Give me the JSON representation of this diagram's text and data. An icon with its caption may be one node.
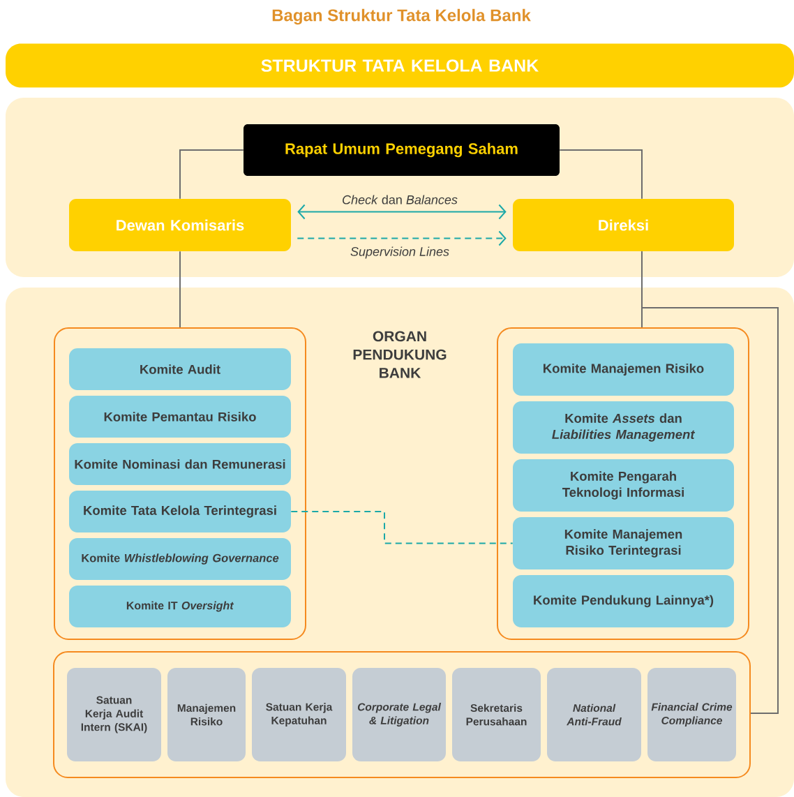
{
  "diagram": {
    "title": "Bagan Struktur Tata Kelola Bank",
    "nodes": [
      {
        "text": [
          "STRUKTUR TATA KELOLA BANK"
        ]
      },
      {
        "text": [
          "Rapat Umum Pemegang Saham"
        ]
      },
      {
        "text": [
          "Dewan Komisaris"
        ]
      },
      {
        "text": [
          "Direksi"
        ]
      },
      {
        "text": [],
        "shape": "box"
      },
      {
        "text": [
          "Komite Audit"
        ],
        "in": 4
      },
      {
        "text": [
          "Komite Pemantau Risiko"
        ],
        "in": 4
      },
      {
        "text": [
          "Komite Nominasi dan Remunerasi"
        ],
        "in": 4
      },
      {
        "text": [
          "Komite Tata Kelola Terintegrasi"
        ],
        "in": 4
      },
      {
        "text": [
          "Komite *Whistleblowing Governance*"
        ],
        "in": 4
      },
      {
        "text": [
          "Komite IT *Oversight*"
        ],
        "in": 4
      },
      {
        "text": [],
        "shape": "box"
      },
      {
        "text": [
          "Komite Manajemen Risiko"
        ],
        "in": 11
      },
      {
        "text": [
          "Komite *Assets* dan *Liabilities Management*"
        ],
        "in": 11
      },
      {
        "text": [
          "Komite Pengarah Teknologi Informasi"
        ],
        "in": 11
      },
      {
        "text": [
          "Komite Manajemen Risiko Terintegrasi"
        ],
        "in": 11
      },
      {
        "text": [
          "Komite Pendukung Lainnya*)"
        ],
        "in": 11
      },
      {
        "text": [],
        "shape": "box"
      },
      {
        "text": [
          "Satuan Kerja Audit Intern (SKAI)"
        ],
        "in": 17
      },
      {
        "text": [
          "Manajemen Risiko"
        ],
        "in": 17
      },
      {
        "text": [
          "Satuan Kerja Kepatuhan"
        ],
        "in": 17
      },
      {
        "text": [
          "Corporate Legal & Litigation"
        ],
        "in": 17
      },
      {
        "text": [
          "Sekretaris Perusahaan"
        ],
        "in": 17
      },
      {
        "text": [
          "National Anti-Fraud"
        ],
        "in": 17
      },
      {
        "text": [
          "Financial Crime Compliance"
        ],
        "in": 17
      }
    ],
    "edges": [
      {
        "from": 1,
        "to": 2,
        "arrow": "none"
      },
      {
        "from": 1,
        "to": 3,
        "arrow": "none"
      },
      {
        "from": 2,
        "to": 3,
        "arrow": "both",
        "label": "*Check* dan *Balances*",
        "color": "#1ba8a8"
      },
      {
        "from": 2,
        "to": 3,
        "arrow": "to",
        "label": "Supervision Lines",
        "style": "dashed",
        "color": "#1ba8a8"
      },
      {
        "from": 2,
        "to": 4,
        "arrow": "none"
      },
      {
        "from": 3,
        "to": 11,
        "arrow": "none"
      },
      {
        "from": 3,
        "to": 17,
        "arrow": "none"
      },
      {
        "from": 8,
        "to": 15,
        "arrow": "none",
        "style": "dashed",
        "color": "#1ba8a8"
      }
    ],
    "labels": [
      "ORGAN PENDUKUNG BANK"
    ]
  }
}
